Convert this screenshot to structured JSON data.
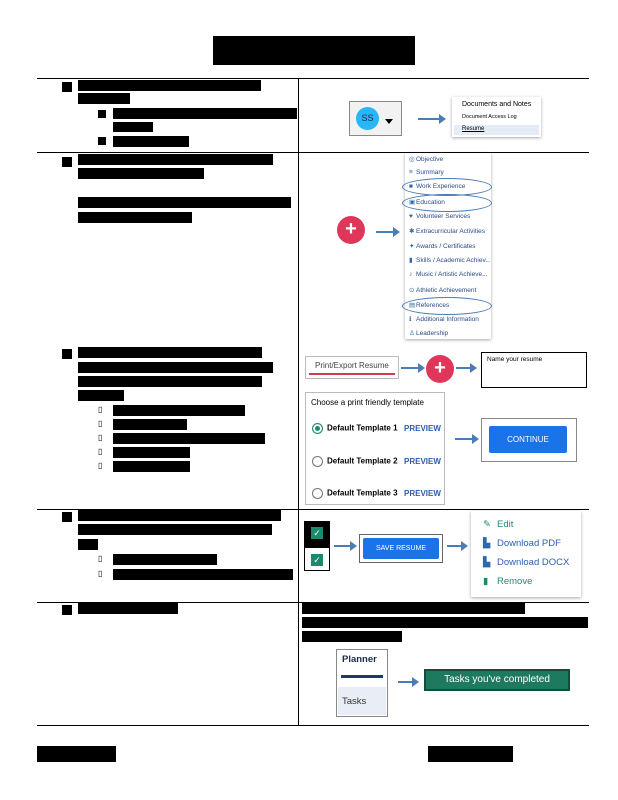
{
  "panels": {
    "user_menu": {
      "avatar_initials": "SS",
      "menu_items": [
        "Documents and Notes",
        "Document Access Log",
        "Resume"
      ]
    },
    "sections_menu": {
      "items": [
        {
          "label": "Objective",
          "icon": "target-icon"
        },
        {
          "label": "Summary",
          "icon": "summary-icon"
        },
        {
          "label": "Work Experience",
          "icon": "briefcase-icon"
        },
        {
          "label": "Education",
          "icon": "education-icon"
        },
        {
          "label": "Volunteer Services",
          "icon": "volunteer-icon"
        },
        {
          "label": "Extracurricular Activities",
          "icon": "activities-icon"
        },
        {
          "label": "Awards / Certificates",
          "icon": "award-icon"
        },
        {
          "label": "Skills / Academic Achiev...",
          "icon": "skills-icon"
        },
        {
          "label": "Music / Artistic Achieve...",
          "icon": "music-icon"
        },
        {
          "label": "Athletic Achievement",
          "icon": "athletic-icon"
        },
        {
          "label": "References",
          "icon": "references-icon"
        },
        {
          "label": "Additional Information",
          "icon": "info-icon"
        },
        {
          "label": "Leadership",
          "icon": "leadership-icon"
        }
      ]
    },
    "print": {
      "print_export_label": "Print/Export Resume",
      "name_field_label": "Name your resume",
      "template_heading": "Choose a print friendly template",
      "templates": [
        "Default Template 1",
        "Default Template 2",
        "Default Template 3"
      ],
      "preview_label": "PREVIEW",
      "continue_label": "CONTINUE"
    },
    "save": {
      "save_label": "SAVE RESUME",
      "actions": [
        {
          "label": "Edit",
          "icon": "pencil-icon"
        },
        {
          "label": "Download PDF",
          "icon": "file-pdf-icon"
        },
        {
          "label": "Download DOCX",
          "icon": "file-docx-icon"
        },
        {
          "label": "Remove",
          "icon": "trash-icon"
        }
      ]
    },
    "planner": {
      "tab_planner": "Planner",
      "tab_tasks": "Tasks",
      "completed_badge": "Tasks you've completed"
    }
  },
  "colors": {
    "accent_blue": "#1a73e8",
    "plus_red": "#e0365a",
    "teal_green": "#1d8a6e",
    "arrow_blue": "#4a7db5",
    "avatar_blue": "#29b6f6"
  }
}
